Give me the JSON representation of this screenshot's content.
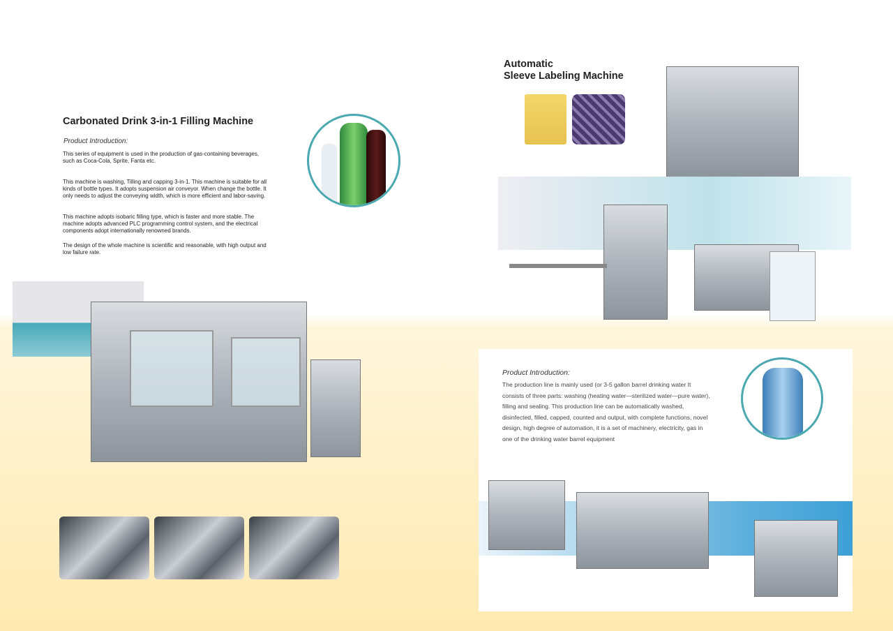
{
  "left": {
    "title": "Carbonated Drink 3-in-1 Filling Machine",
    "intro_label": "Product Introduction:",
    "paragraphs": [
      "This series of equipment is used in the production of gas-containing beverages, such as Coca-Cola, Sprite, Fanta etc.",
      "This machine is washing, Tilling and capping 3-in-1. This machine is suitable for all kinds of bottle types. It adopts suspension air conveyor. When change the bottle. It only needs to adjust the conveying width, which is more efficient and labor-saving.",
      "This machine adopts isobaric filling type, which is faster and more stable. The machine adopts advanced PLC programming control system, and the electrical components adopt internationally renowned brands.",
      "The design of the whole machine is scientific and reasonable, with high output and low failure rate."
    ]
  },
  "right": {
    "title_line1": "Automatic",
    "title_line2": "Sleeve Labeling Machine",
    "intro_label": "Product Introduction:",
    "paragraph": "The production line is mainly used (or 3-5 gallon barrel drinking water It consists of three parts: washing (heating water—sterilized water—pure water), filling and sealing. This production line can be automatically washed, disinfected, filled, capped, counted and output, with complete functions, novel design, high degree of automation, it is a set of machinery, electricity, gas in one of the drinking water barrel equipment"
  },
  "colors": {
    "accent_teal": "#4aa8b0",
    "background_yellow": "#fee9b0"
  }
}
